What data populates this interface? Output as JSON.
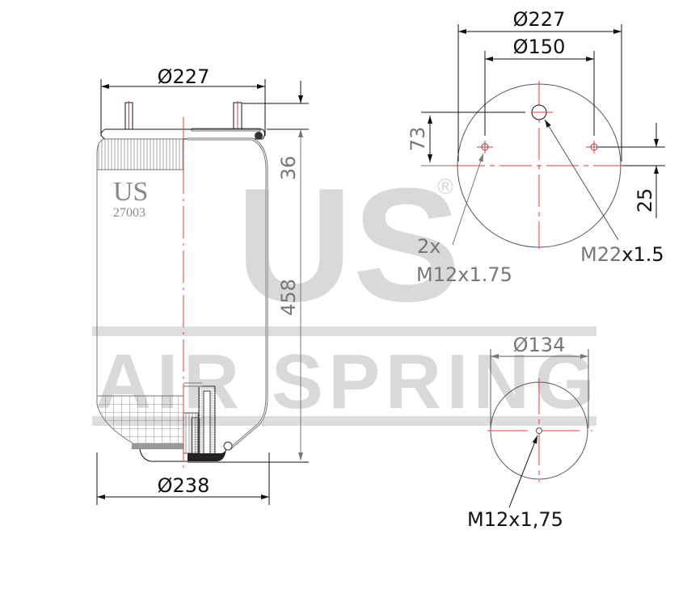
{
  "watermark": {
    "brand": "US",
    "registered": "®",
    "subtitle": "AIR SPRING",
    "color": "#d9d9d9"
  },
  "side_view": {
    "part_brand": "US",
    "part_number": "27003",
    "top_diameter": "Ø227",
    "bottom_diameter": "Ø238",
    "stud_height": "36",
    "overall_height": "458"
  },
  "top_view": {
    "outer_diameter": "Ø227",
    "bolt_circle": "Ø150",
    "offset_vertical": "73",
    "offset_small": "25",
    "stud_note_qty": "2x",
    "stud_note_thread": "M12x1.75",
    "air_inlet_thread_a": "M22",
    "air_inlet_thread_b": "x1.5"
  },
  "bottom_view": {
    "diameter": "Ø134",
    "thread": "M12x1,75"
  },
  "colors": {
    "line": "#111111",
    "center_line": "#e8383d",
    "watermark": "#d9d9d9",
    "gray_text": "#777777"
  }
}
